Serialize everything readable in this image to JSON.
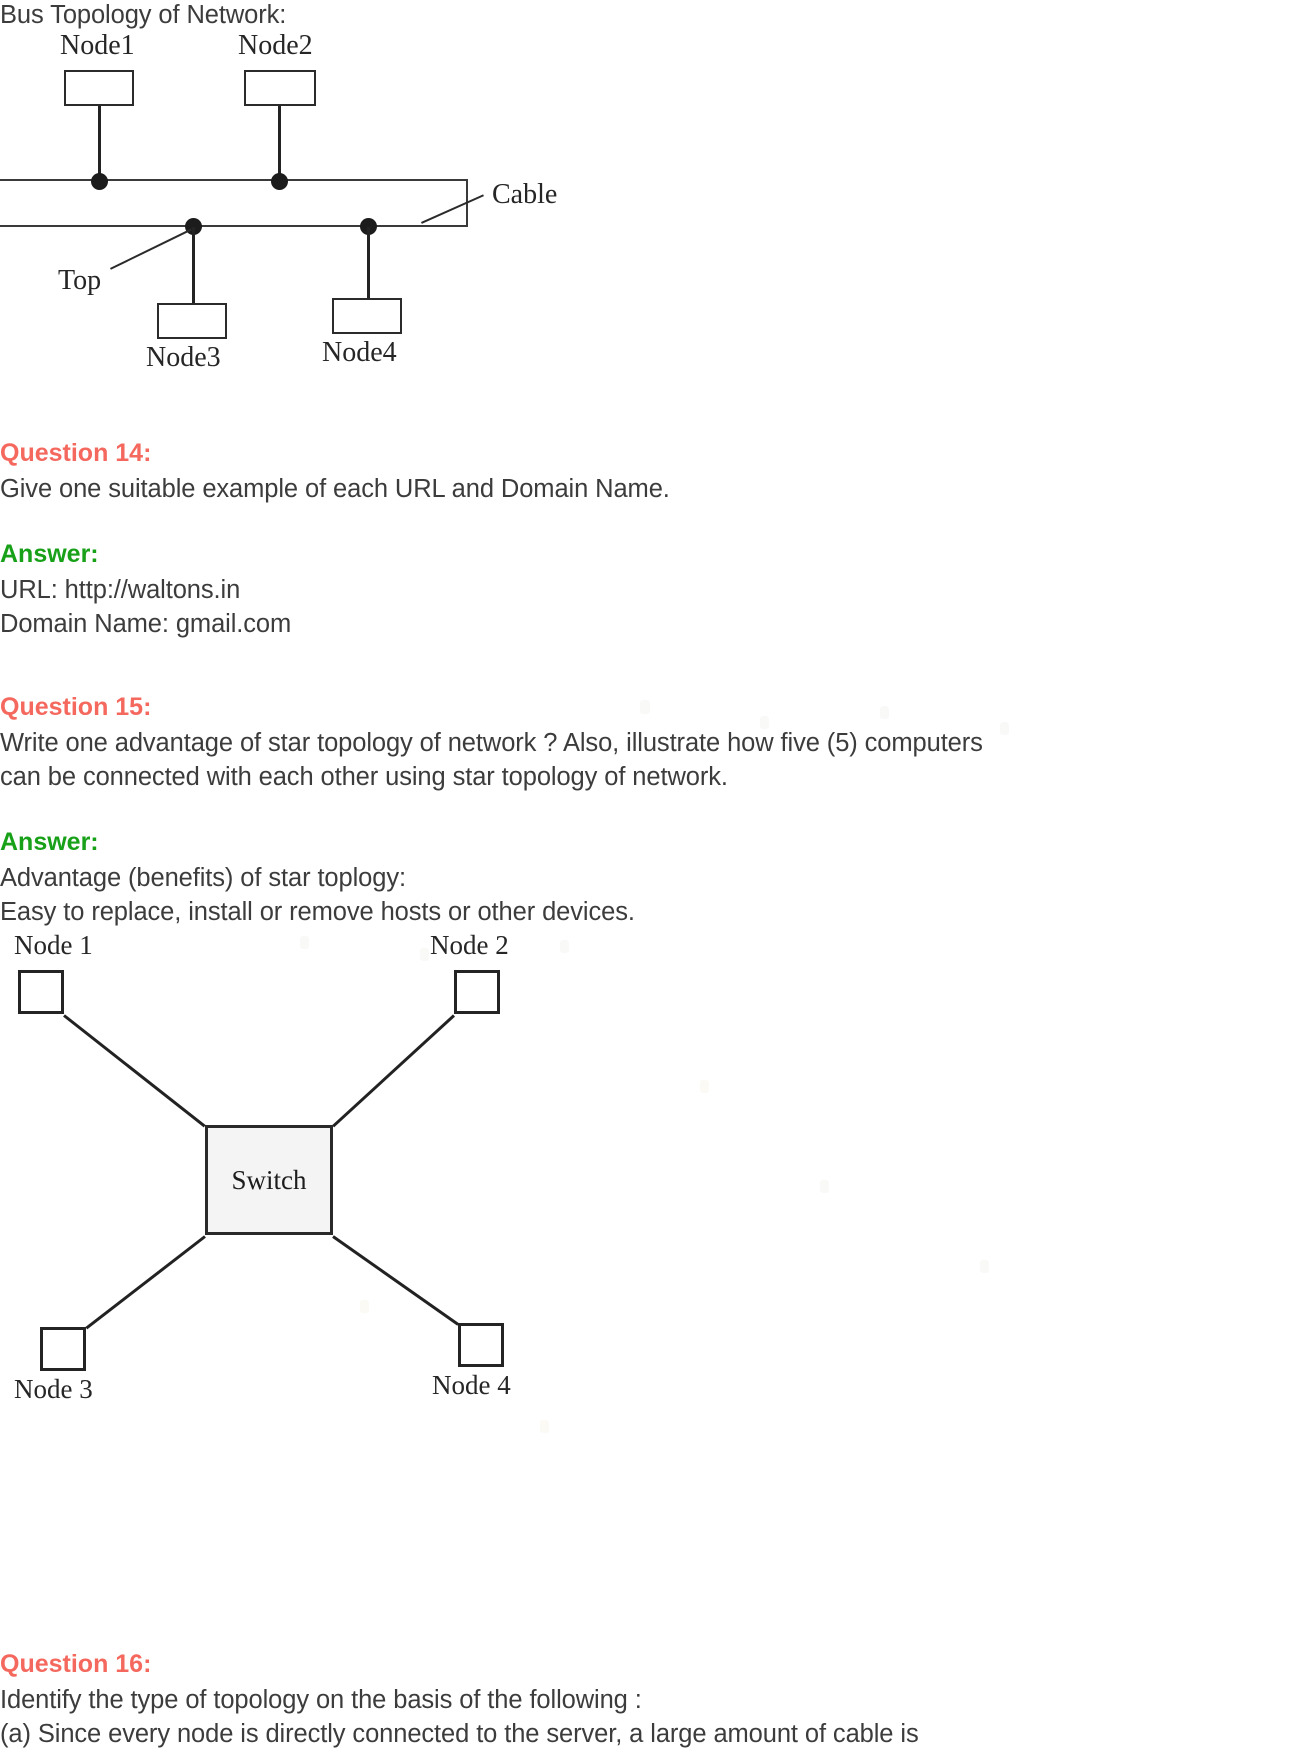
{
  "document": {
    "bus_section_title": "Bus Topology of Network:"
  },
  "bus_diagram": {
    "nodes": [
      {
        "label": "Node1"
      },
      {
        "label": "Node2"
      },
      {
        "label": "Node3"
      },
      {
        "label": "Node4"
      }
    ],
    "cable_label": "Cable",
    "top_label": "Top"
  },
  "question14": {
    "heading": "Question 14:",
    "text": "Give one suitable example of each URL and Domain Name.",
    "answer_heading": "Answer:",
    "answer_lines": [
      "URL: http://waltons.in",
      "Domain Name: gmail.com"
    ]
  },
  "question15": {
    "heading": "Question 15:",
    "text_lines": [
      "Write one advantage of star topology of network ? Also, illustrate how five (5) computers",
      "can be connected with each other using star topology of network."
    ],
    "answer_heading": "Answer:",
    "answer_lines": [
      "Advantage (benefits) of star toplogy:",
      "Easy to replace, install or remove hosts or other devices."
    ]
  },
  "star_diagram": {
    "center_label": "Switch",
    "nodes": [
      {
        "label": "Node 1"
      },
      {
        "label": "Node 2"
      },
      {
        "label": "Node 3"
      },
      {
        "label": "Node 4"
      }
    ]
  },
  "question16": {
    "heading": "Question 16:",
    "text_lines": [
      "Identify the type of topology on the basis of the following :",
      "(a) Since every node is directly connected to the server, a large amount of cable is"
    ]
  },
  "colors": {
    "question_heading": "#f4685e",
    "answer_heading": "#18a019",
    "body_text": "#3c3c3c",
    "diagram_stroke": "#242424",
    "switch_fill": "#f4f4f4",
    "page_background": "#ffffff"
  }
}
